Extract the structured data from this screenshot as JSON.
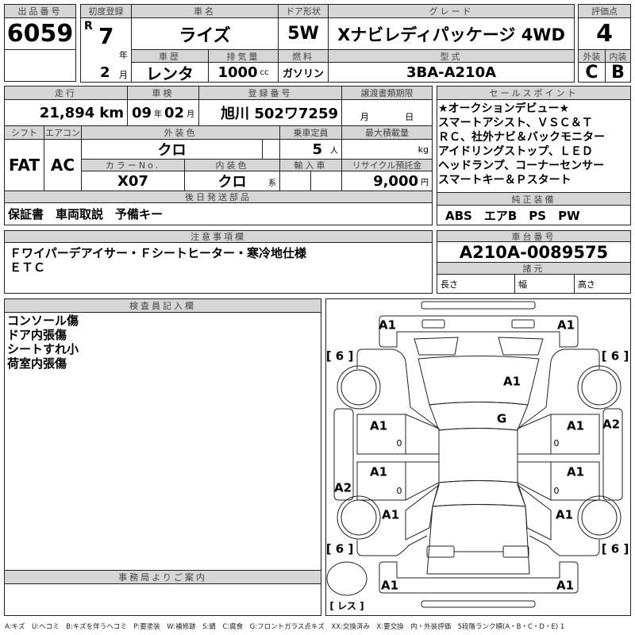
{
  "lot": {
    "label": "出品番号",
    "value": "6059"
  },
  "top": {
    "first_reg_label": "初度登録",
    "era": "R",
    "year": "7",
    "year_unit": "年",
    "month": "2",
    "month_unit": "月",
    "name_label": "車名",
    "name": "ライズ",
    "door_label": "ドア形状",
    "door": "5W",
    "grade_label": "グレード",
    "grade": "Xナビレディパッケージ 4WD",
    "history_label": "車歴",
    "history": "レンタ",
    "disp_label": "排気量",
    "disp": "1000",
    "disp_unit": "cc",
    "fuel_label": "燃料",
    "fuel": "ガソリン",
    "model_label": "型式",
    "model": "3BA-A210A"
  },
  "score": {
    "label": "評価点",
    "value": "4",
    "ext_label": "外装",
    "int_label": "内装",
    "ext": "C",
    "int": "B"
  },
  "mid": {
    "mileage_label": "走行",
    "mileage": "21,894",
    "mileage_unit": "km",
    "inspection_label": "車検",
    "insp_year": "09",
    "insp_year_unit": "年",
    "insp_month": "02",
    "insp_month_unit": "月",
    "plate_label": "登録番号",
    "plate": "旭川 502ワ7259",
    "transfer_label": "譲渡書類期限",
    "transfer_month": "月",
    "transfer_day": "日",
    "shift_label": "シフト",
    "shift": "FAT",
    "ac_label": "エアコン",
    "ac": "AC",
    "color_label": "外装色",
    "color": "クロ",
    "seats_label": "乗車定員",
    "seats": "5",
    "seats_unit": "人",
    "load_label": "最大積載量",
    "load_unit": "kg",
    "colorno_label": "カラーNo.",
    "colorno": "X07",
    "interior_label": "内装色",
    "interior": "クロ",
    "interior_unit": "系",
    "import_label": "輸入車",
    "recycle_label": "リサイクル預託金",
    "recycle": "9,000",
    "recycle_unit": "円",
    "later_label": "後日発送部品",
    "later": "保証書　車両取説　予備キー"
  },
  "sales": {
    "label": "セールスポイント",
    "text": "★オークションデビュー★\nスマートアシスト、ＶＳＣ＆Ｔ\nＲＣ、社外ナビ＆バックモニター\nアイドリングストップ、ＬＥＤ\nヘッドランプ、コーナーセンサー\nスマートキー＆Ｐスタート"
  },
  "equip": {
    "label": "純正装備",
    "value": "ABS　エアB　PS　PW"
  },
  "notes": {
    "label": "注意事項欄",
    "text": "Ｆワイパーデアイサー・Ｆシートヒーター・寒冷地仕様\nＥＴＣ"
  },
  "chassis": {
    "label": "車台番号",
    "value": "A210A-0089575",
    "spec_label": "諸元",
    "length": "長さ",
    "width": "幅",
    "height": "高さ"
  },
  "inspector": {
    "label": "検査員記入欄",
    "text": "コンソール傷\nドア内張傷\nシートすれ小\n荷室内張傷"
  },
  "office": {
    "label": "事務局よりご案内"
  },
  "diagram": {
    "marks": [
      "A1",
      "A1",
      "[ 6 ]",
      "[ 6 ]",
      "A1",
      "G",
      "A1",
      "A1",
      "A2",
      "0",
      "0",
      "A1",
      "A1",
      "A2",
      "0",
      "0",
      "A1",
      "A1",
      "[ 6 ]",
      "[ 6 ]",
      "A1",
      "A1",
      "[ レス ]"
    ]
  },
  "legend": "A:キズ　U:ヘコミ　B:キズを伴うヘコミ　P:要塗装　W:補修跡　S:錆　C:腐食　G:フロントガラス点キズ　XX:交換済み　X:要交換　内・外装評価　5段階ランク順(A・B・C・D・E) 1"
}
